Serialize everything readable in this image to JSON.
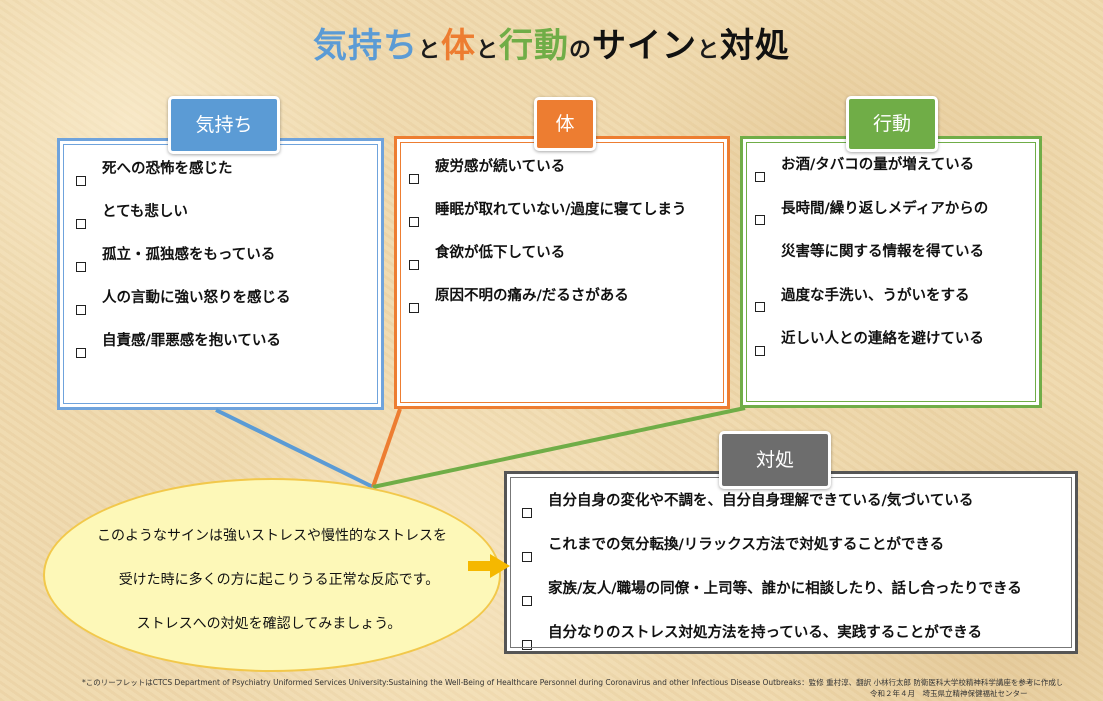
{
  "title": {
    "part1": "気持ち",
    "part2": "と",
    "part3": "体",
    "part4": "と",
    "part5": "行動",
    "part6": "の",
    "part7": "サイン",
    "part8": "と",
    "part9": "対処"
  },
  "kimochi": {
    "label": "気持ち",
    "items": [
      "死への恐怖を感じた",
      "とても悲しい",
      "孤立・孤独感をもっている",
      "人の言動に強い怒りを感じる",
      "自責感/罪悪感を抱いている"
    ]
  },
  "karada": {
    "label": "体",
    "items": [
      "疲労感が続いている",
      "睡眠が取れていない/過度に寝てしまう",
      "食欲が低下している",
      "原因不明の痛み/だるさがある"
    ]
  },
  "koudou": {
    "label": "行動",
    "items": [
      "お酒/タバコの量が増えている",
      "長時間/繰り返しメディアからの",
      "災害等に関する情報を得ている",
      "過度な手洗い、うがいをする",
      "近しい人との連絡を避けている"
    ]
  },
  "taisho": {
    "label": "対処",
    "items": [
      "自分自身の変化や不調を、自分自身理解できている/気づいている",
      "これまでの気分転換/リラックス方法で対処することができる",
      "家族/友人/職場の同僚・上司等、誰かに相談したり、話し合ったりできる",
      "自分なりのストレス対処方法を持っている、実践することができる"
    ]
  },
  "bubble": {
    "line1": "このようなサインは強いストレスや慢性的なストレスを",
    "line2": "受けた時に多くの方に起こりうる正常な反応です。",
    "line3": "ストレスへの対処を確認してみましょう。"
  },
  "footnote": {
    "line1": "*このリーフレットはCTCS Department of Psychiatry Uniformed Services University:Sustaining the Well-Being of Healthcare Personnel during Coronavirus and other Infectious Disease Outbreaks：監修 重村淳、翻訳 小林行太郎 防衛医科大学校精神科学講座を参考に作成しました",
    "line2": "令和２年４月　埼玉県立精神保健福祉センター"
  },
  "colors": {
    "kimochi": "#5b9bd5",
    "karada": "#ed7d31",
    "koudou": "#70ad47",
    "taisho": "#6d6d6d",
    "bubble": "#fdf8b8"
  }
}
